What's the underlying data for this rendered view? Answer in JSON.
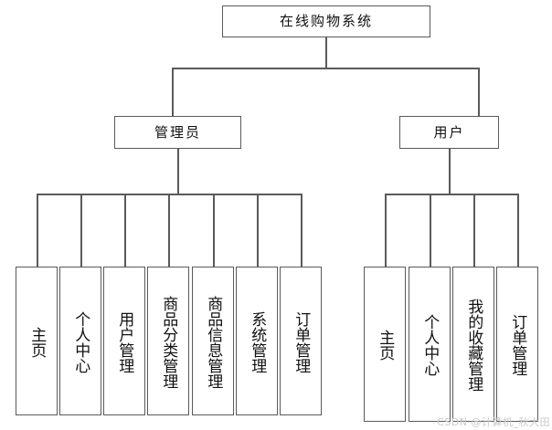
{
  "diagram": {
    "type": "org-tree",
    "title": "在线购物系统",
    "root": {
      "label": "在线购物系统"
    },
    "branches": [
      {
        "label": "管理员",
        "children": [
          {
            "label": "主页"
          },
          {
            "label": "个人中心"
          },
          {
            "label": "用户管理"
          },
          {
            "label": "商品分类管理"
          },
          {
            "label": "商品信息管理"
          },
          {
            "label": "系统管理"
          },
          {
            "label": "订单管理"
          }
        ]
      },
      {
        "label": "用户",
        "children": [
          {
            "label": "主页"
          },
          {
            "label": "个人中心"
          },
          {
            "label": "我的收藏管理"
          },
          {
            "label": "订单管理"
          }
        ]
      }
    ]
  },
  "watermark": {
    "text": "CSDN @计算机_秋大田"
  },
  "colors": {
    "line": "#5a5a5a",
    "box_fill": "#ffffff",
    "text": "#111111",
    "watermark": "#c9c9c9",
    "background": "#ffffff"
  }
}
